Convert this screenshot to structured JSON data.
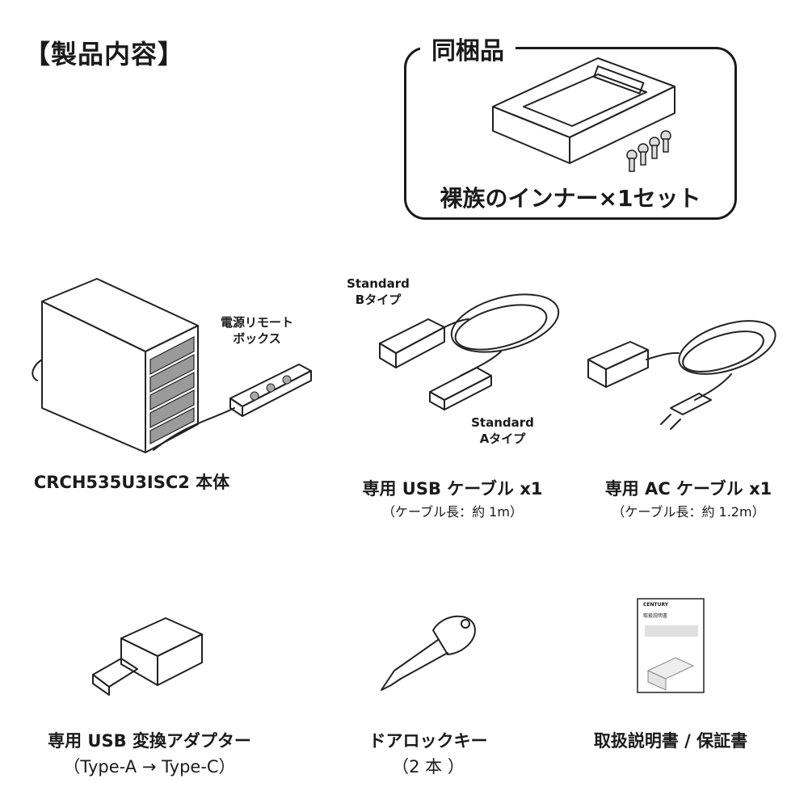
{
  "page_title": "【製品内容】",
  "bundle": {
    "title": "同梱品",
    "caption": "裸族のインナー×1セット"
  },
  "items": [
    {
      "name": "CRCH535U3ISC2 本体"
    },
    {
      "name": "専用 USB ケーブル x1",
      "detail": "（ケーブル長：約 1m）"
    },
    {
      "name": "専用 AC ケーブル x1",
      "detail": "（ケーブル長：約 1.2m）"
    },
    {
      "name": "専用 USB 変換アダプター",
      "detail": "（Type-A → Type-C）"
    },
    {
      "name": "ドアロックキー",
      "detail": "（2 本 ）"
    },
    {
      "name": "取扱説明書 / 保証書"
    }
  ],
  "callouts": {
    "remote_box": [
      "電源リモート",
      "ボックス"
    ],
    "std_b": [
      "Standard",
      "Bタイプ"
    ],
    "std_a": [
      "Standard",
      "Aタイプ"
    ]
  },
  "manual_cover": {
    "brand": "CENTURY",
    "heading": "取扱説明書"
  }
}
